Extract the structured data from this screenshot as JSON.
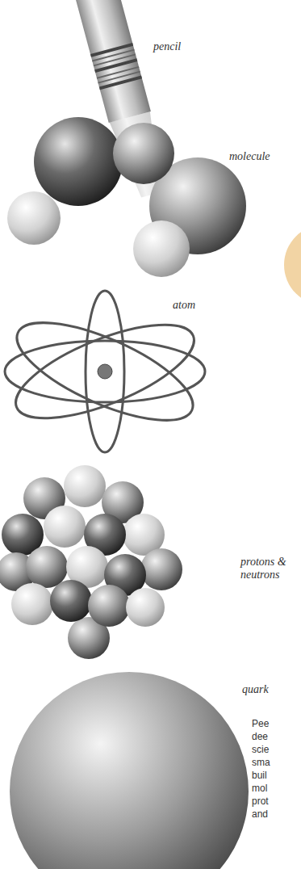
{
  "diagram": {
    "labels": [
      "pencil",
      "molecule",
      "atom",
      "protons & neutrons",
      "quark",
      "Pee dee scie sma buil mol prot and"
    ]
  }
}
